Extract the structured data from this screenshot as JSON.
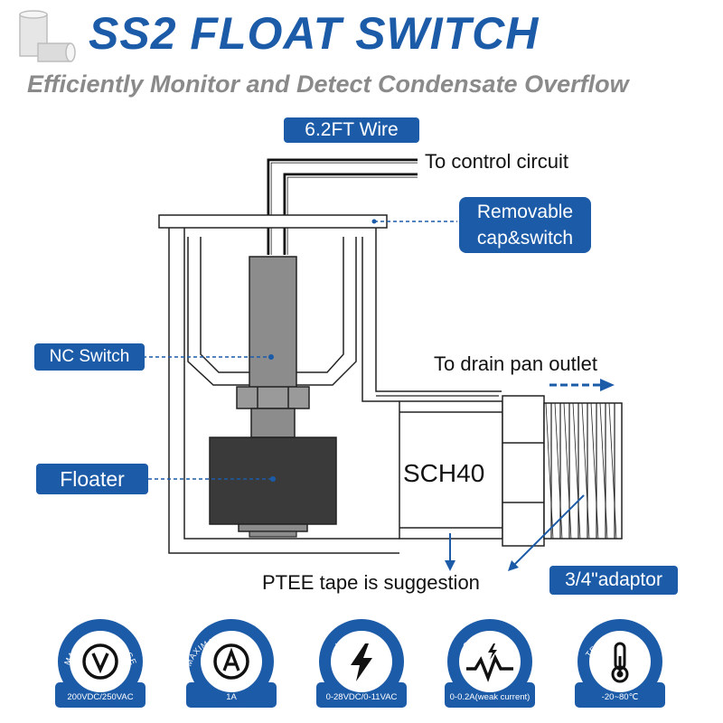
{
  "header": {
    "title": "SS2 FLOAT SWITCH",
    "subtitle": "Efficiently Monitor and Detect Condensate Overflow"
  },
  "diagram": {
    "wire_label": "6.2FT Wire",
    "control_circuit": "To control circuit",
    "removable_cap": [
      "Removable",
      "cap&switch"
    ],
    "nc_switch": "NC Switch",
    "floater": "Floater",
    "drain_outlet": "To drain pan outlet",
    "pipe_label": "SCH40",
    "ptee_note": "PTEE tape is suggestion",
    "adaptor": "3/4\"adaptor"
  },
  "specs": [
    {
      "label": "MAXIMAL VOLTAGE",
      "icon": "v-circle-icon",
      "value": "200VDC/250VAC"
    },
    {
      "label": "MAXIMAL CURRENT",
      "icon": "a-circle-icon",
      "value": "1A"
    },
    {
      "label": "VOLTAGE",
      "icon": "lightning-icon",
      "value": "0-28VDC/0-11VAC"
    },
    {
      "label": "CURRENT",
      "icon": "pulse-icon",
      "value": "0-0.2A(weak current)"
    },
    {
      "label": "TEMPERATURE",
      "icon": "thermometer-icon",
      "value": "-20~80℃"
    }
  ],
  "colors": {
    "brand_blue": "#1c5ba8",
    "subtitle_gray": "#8a8a8a",
    "switch_gray": "#8c8c8c",
    "floater_dark": "#3a3a3a"
  }
}
